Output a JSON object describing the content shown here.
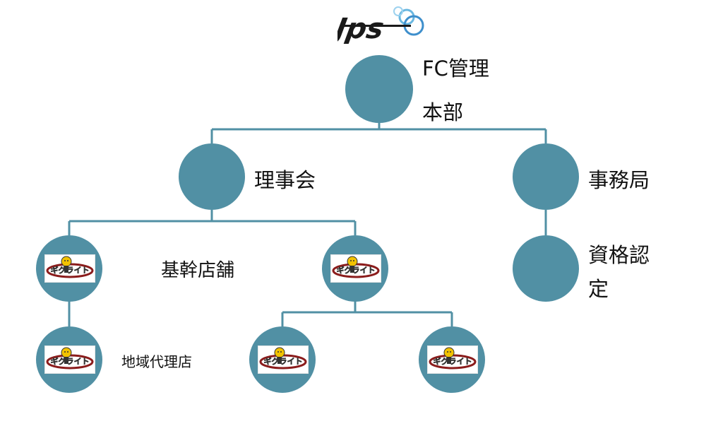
{
  "logo": {
    "text": "Jps"
  },
  "colors": {
    "node": "#5190a4",
    "line": "#5190a4",
    "text": "#111111",
    "badge_ring": "#8b1c1c",
    "badge_text": "#f2c200"
  },
  "nodes": {
    "hq": {
      "label_line1": "FC管理",
      "label_line2": "本部"
    },
    "board": {
      "label": "理事会"
    },
    "office": {
      "label": "事務局"
    },
    "certification": {
      "label_line1": "資格認",
      "label_line2": "定"
    },
    "core_store_label": "基幹店舗",
    "regional_agent_label": "地域代理店"
  },
  "badge": {
    "text": "ギグライト"
  }
}
